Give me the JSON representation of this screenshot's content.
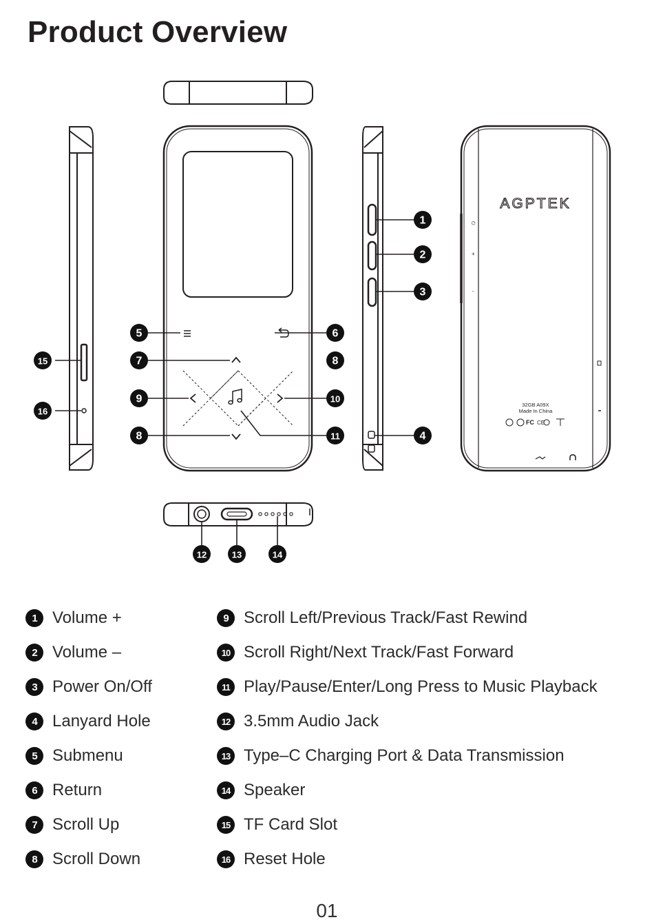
{
  "title": "Product Overview",
  "page_number": "01",
  "device": {
    "brand_logo": "AGPTEK",
    "model_line1": "32GB  A09X",
    "model_line2": "Made  In  China"
  },
  "callouts": [
    "1",
    "2",
    "3",
    "4",
    "5",
    "6",
    "7",
    "8",
    "9",
    "10",
    "11",
    "12",
    "13",
    "14",
    "15",
    "16"
  ],
  "legend": [
    {
      "num": "1",
      "label": "Volume +"
    },
    {
      "num": "2",
      "label": "Volume –"
    },
    {
      "num": "3",
      "label": "Power On/Off"
    },
    {
      "num": "4",
      "label": "Lanyard Hole"
    },
    {
      "num": "5",
      "label": "Submenu"
    },
    {
      "num": "6",
      "label": "Return"
    },
    {
      "num": "7",
      "label": "Scroll Up"
    },
    {
      "num": "8",
      "label": "Scroll Down"
    },
    {
      "num": "9",
      "label": "Scroll Left/Previous Track/Fast Rewind"
    },
    {
      "num": "10",
      "label": "Scroll Right/Next Track/Fast Forward"
    },
    {
      "num": "11",
      "label": "Play/Pause/Enter/Long Press to Music Playback"
    },
    {
      "num": "12",
      "label": "3.5mm Audio Jack"
    },
    {
      "num": "13",
      "label": "Type–C Charging Port & Data Transmission"
    },
    {
      "num": "14",
      "label": "Speaker"
    },
    {
      "num": "15",
      "label": "TF Card Slot"
    },
    {
      "num": "16",
      "label": "Reset Hole"
    }
  ]
}
